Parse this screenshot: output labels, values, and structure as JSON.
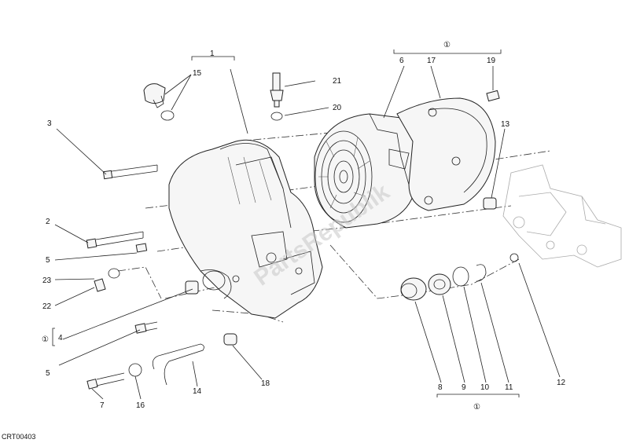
{
  "callouts": {
    "c1": "1",
    "c2": "2",
    "c3": "3",
    "c4": "4",
    "c5a": "5",
    "c5b": "5",
    "c6": "6",
    "c7": "7",
    "c8": "8",
    "c9": "9",
    "c10": "10",
    "c11": "11",
    "c12": "12",
    "c13": "13",
    "c14": "14",
    "c15": "15",
    "c16": "16",
    "c17": "17",
    "c18": "18",
    "c19": "19",
    "c20": "20",
    "c21": "21",
    "c22": "22",
    "c23": "23"
  },
  "group_marks": {
    "top": "①",
    "left": "①",
    "bottom": "①"
  },
  "watermark": "PartsRepublik",
  "ref_code": "CRT00403"
}
